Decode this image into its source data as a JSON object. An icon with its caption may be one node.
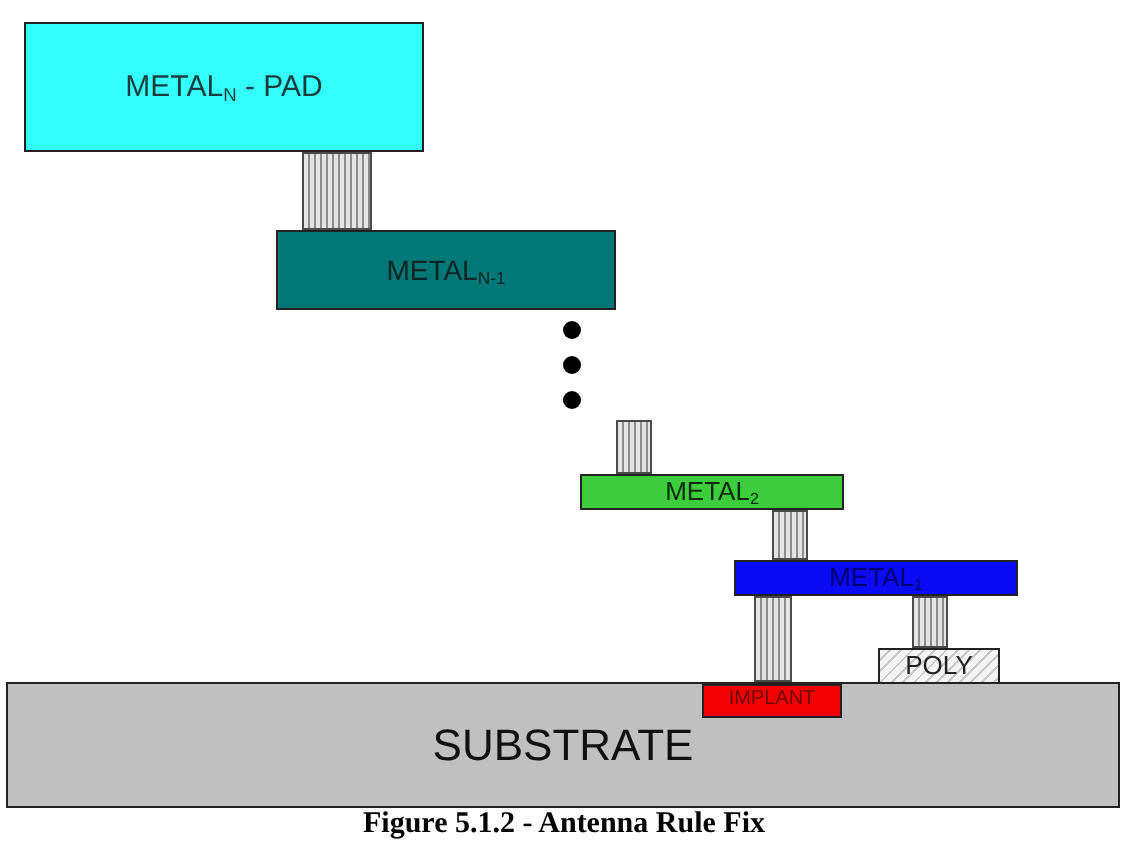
{
  "diagram": {
    "caption": "Figure 5.1.2 - Antenna Rule Fix",
    "nodes": [
      {
        "text": [
          "METAL$_{N}$ - PAD"
        ]
      },
      {
        "text": [
          "METAL$_{N-1}$"
        ]
      },
      {
        "text": [
          "METAL$_{2}$"
        ]
      },
      {
        "text": [
          "METAL$_{1}$"
        ]
      },
      {
        "text": [
          "POLY"
        ]
      },
      {
        "text": [
          "SUBSTRATE"
        ]
      },
      {
        "text": [
          "IMPLANT"
        ],
        "in": 5
      }
    ]
  }
}
